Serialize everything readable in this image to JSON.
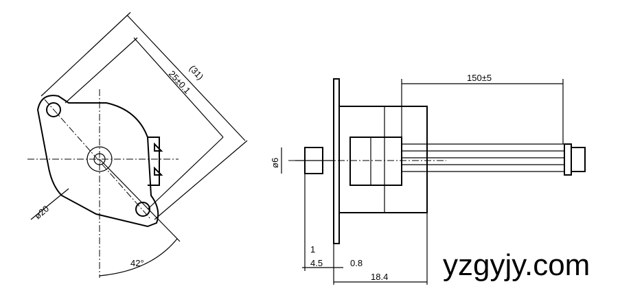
{
  "drawing": {
    "front_view": {
      "dimensions": [
        "(31)",
        "25±0.1",
        "ø20",
        "42°"
      ]
    },
    "side_view": {
      "dimensions": [
        "150±5",
        "ø6",
        "1",
        "4.5",
        "0.8",
        "18.4"
      ]
    }
  },
  "watermark": "yzgyjy.com"
}
